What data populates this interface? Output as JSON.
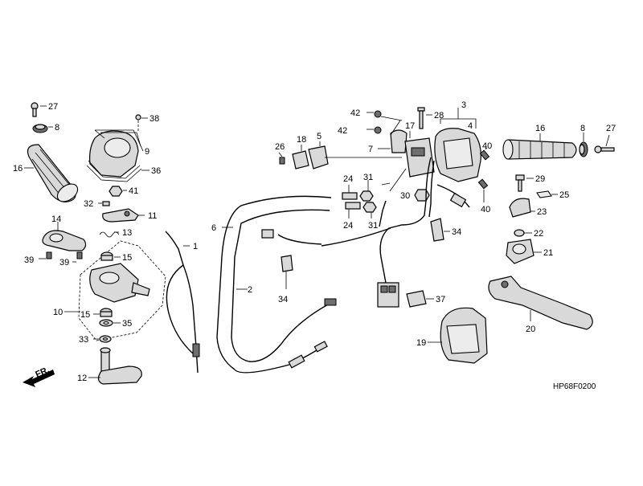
{
  "diagram": {
    "code": "HP68F0200",
    "front_marker": "FR.",
    "callouts": [
      {
        "key": "c27l",
        "label": "27"
      },
      {
        "key": "c8l",
        "label": "8"
      },
      {
        "key": "c16l",
        "label": "16"
      },
      {
        "key": "c38",
        "label": "38"
      },
      {
        "key": "c9",
        "label": "9"
      },
      {
        "key": "c36",
        "label": "36"
      },
      {
        "key": "c41",
        "label": "41"
      },
      {
        "key": "c32",
        "label": "32"
      },
      {
        "key": "c11",
        "label": "11"
      },
      {
        "key": "c13",
        "label": "13"
      },
      {
        "key": "c14",
        "label": "14"
      },
      {
        "key": "c39a",
        "label": "39"
      },
      {
        "key": "c39b",
        "label": "39"
      },
      {
        "key": "c15a",
        "label": "15"
      },
      {
        "key": "c10",
        "label": "10"
      },
      {
        "key": "c15b",
        "label": "15"
      },
      {
        "key": "c35",
        "label": "35"
      },
      {
        "key": "c33",
        "label": "33"
      },
      {
        "key": "c12",
        "label": "12"
      },
      {
        "key": "c1",
        "label": "1"
      },
      {
        "key": "c6",
        "label": "6"
      },
      {
        "key": "c2",
        "label": "2"
      },
      {
        "key": "c26",
        "label": "26"
      },
      {
        "key": "c18",
        "label": "18"
      },
      {
        "key": "c5",
        "label": "5"
      },
      {
        "key": "c42a",
        "label": "42"
      },
      {
        "key": "c42b",
        "label": "42"
      },
      {
        "key": "c28",
        "label": "28"
      },
      {
        "key": "c17",
        "label": "17"
      },
      {
        "key": "c7",
        "label": "7"
      },
      {
        "key": "c3",
        "label": "3"
      },
      {
        "key": "c4",
        "label": "4"
      },
      {
        "key": "c40a",
        "label": "40"
      },
      {
        "key": "c40b",
        "label": "40"
      },
      {
        "key": "c24a",
        "label": "24"
      },
      {
        "key": "c31a",
        "label": "31"
      },
      {
        "key": "c24b",
        "label": "24"
      },
      {
        "key": "c31b",
        "label": "31"
      },
      {
        "key": "c30",
        "label": "30"
      },
      {
        "key": "c34a",
        "label": "34"
      },
      {
        "key": "c34b",
        "label": "34"
      },
      {
        "key": "c37",
        "label": "37"
      },
      {
        "key": "c19",
        "label": "19"
      },
      {
        "key": "c16r",
        "label": "16"
      },
      {
        "key": "c8r",
        "label": "8"
      },
      {
        "key": "c27r",
        "label": "27"
      },
      {
        "key": "c29",
        "label": "29"
      },
      {
        "key": "c25",
        "label": "25"
      },
      {
        "key": "c23",
        "label": "23"
      },
      {
        "key": "c22",
        "label": "22"
      },
      {
        "key": "c21",
        "label": "21"
      },
      {
        "key": "c20",
        "label": "20"
      }
    ]
  }
}
